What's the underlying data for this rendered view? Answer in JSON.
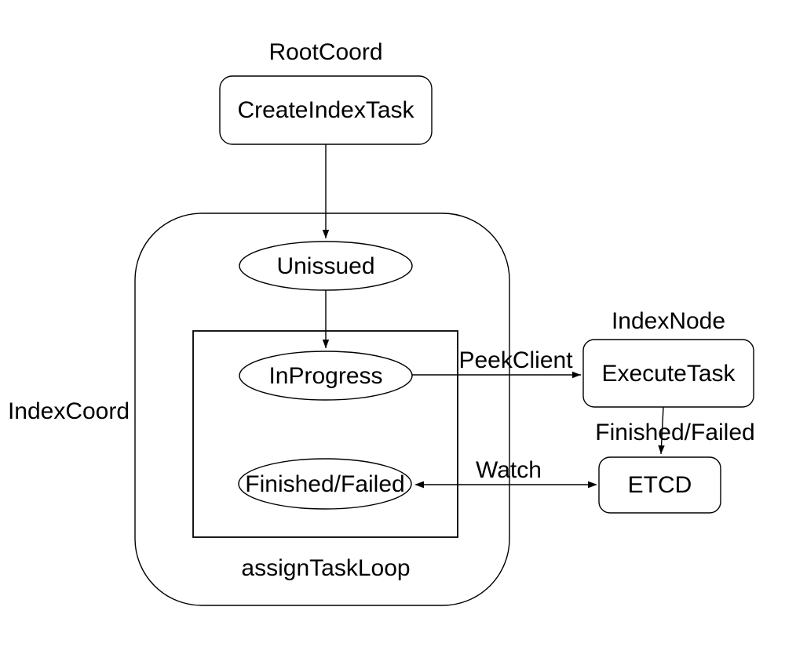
{
  "colors": {
    "stroke": "#000000",
    "text": "#000000",
    "background": "#ffffff"
  },
  "group_labels": {
    "root_coord": "RootCoord",
    "index_node": "IndexNode",
    "index_coord": "IndexCoord",
    "assign_task_loop": "assignTaskLoop"
  },
  "nodes": {
    "create_index_task": "CreateIndexTask",
    "unissued": "Unissued",
    "in_progress": "InProgress",
    "finished_failed": "Finished/Failed",
    "execute_task": "ExecuteTask",
    "etcd": "ETCD"
  },
  "edges": {
    "peek_client": "PeekClient",
    "finished_failed": "Finished/Failed",
    "watch": "Watch"
  }
}
